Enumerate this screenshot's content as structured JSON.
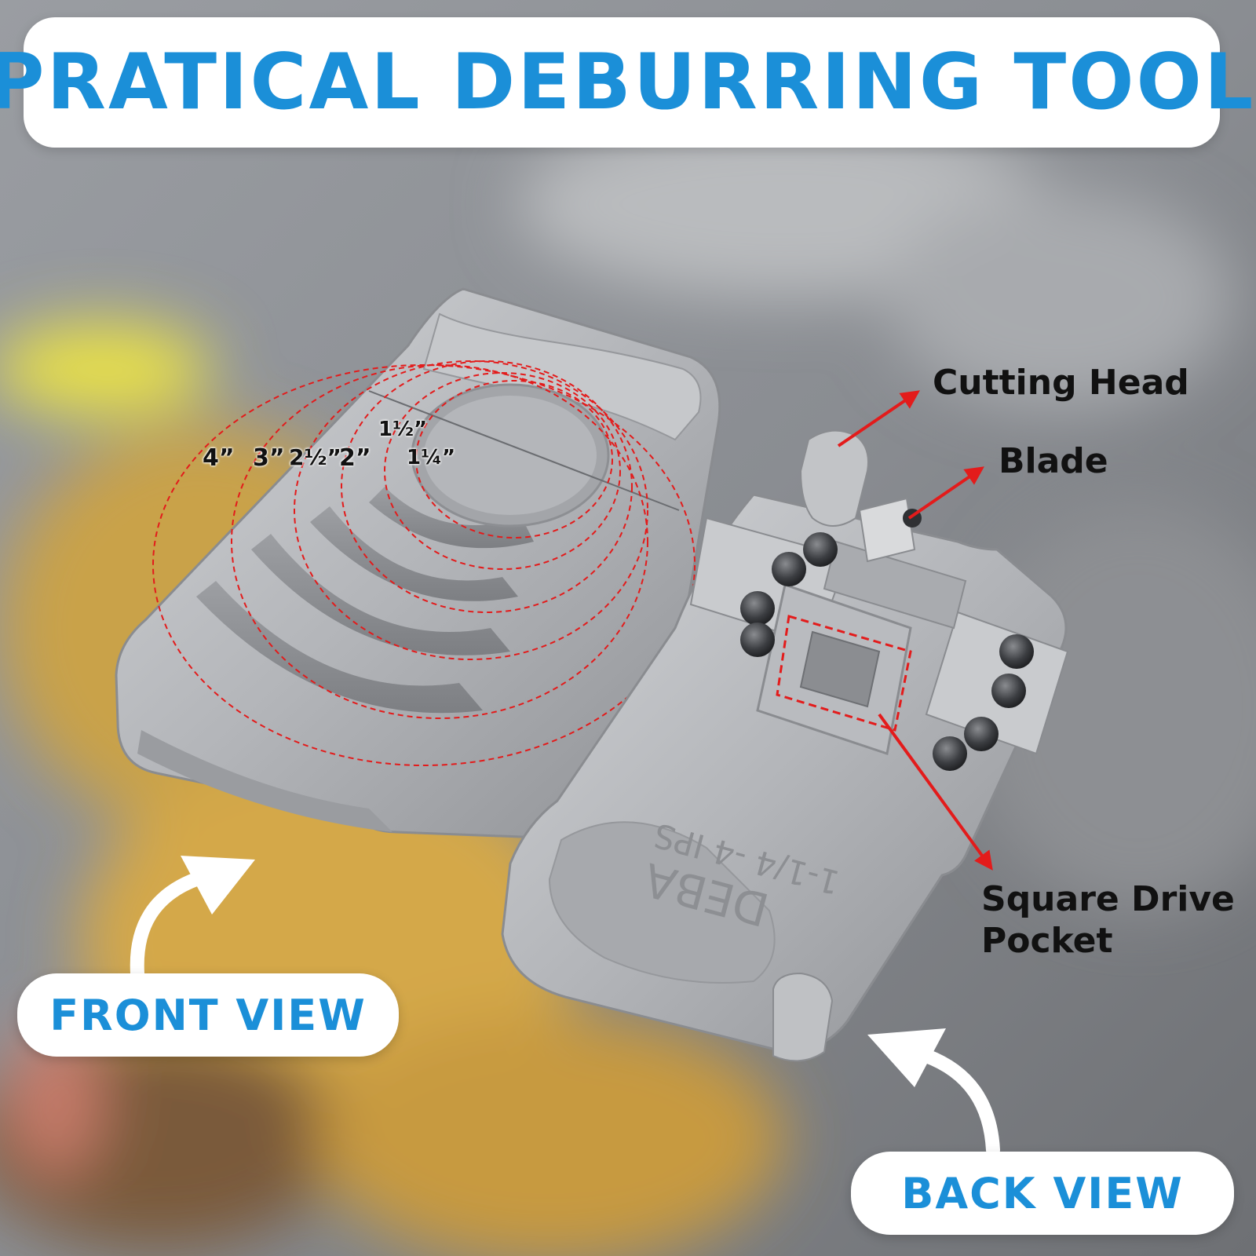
{
  "title": "PRATICAL DEBURRING TOOL",
  "front_view_label": "FRONT VIEW",
  "back_view_label": "BACK VIEW",
  "callouts": {
    "cutting_head": "Cutting Head",
    "blade": "Blade",
    "square_drive_line1": "Square Drive",
    "square_drive_line2": "Pocket"
  },
  "pipe_sizes": [
    "4”",
    "3”",
    "2½”",
    "2”",
    "1½”",
    "1¼”"
  ],
  "stamp_text": {
    "model": "DEBA",
    "range": "1-1/4 -4 IPS"
  },
  "colors": {
    "accent_blue": "#1b8fd8",
    "annotation_red": "#e31b1b",
    "tool_silver": "#b4b6ba"
  }
}
